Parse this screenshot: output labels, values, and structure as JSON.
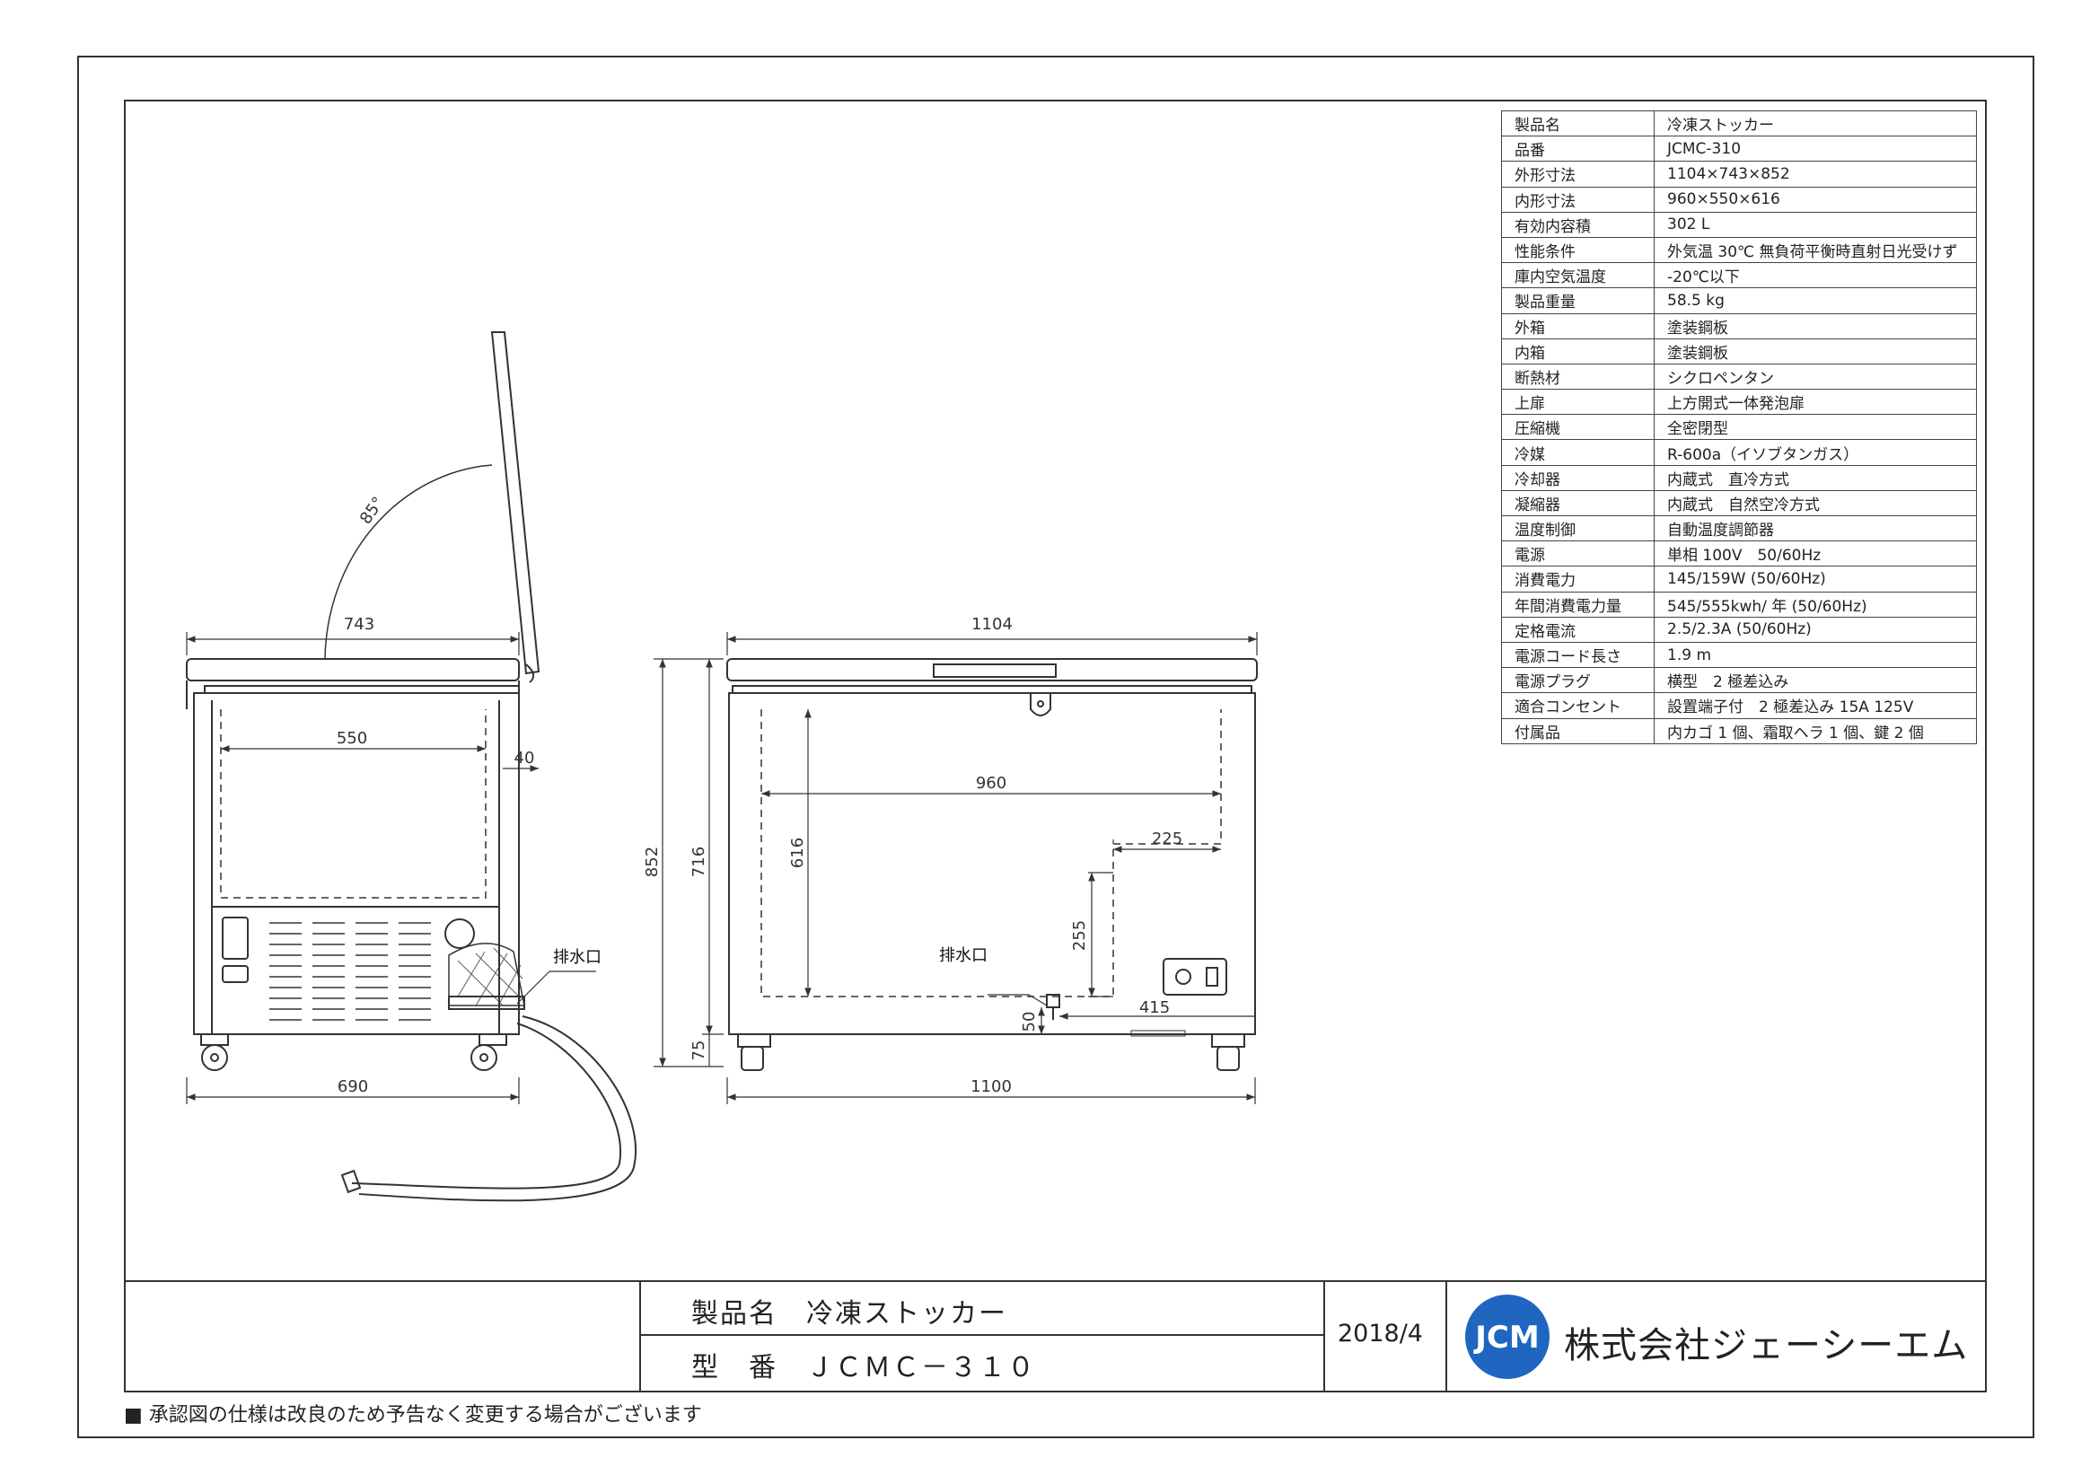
{
  "spec_table": [
    {
      "key": "製品名",
      "value": "冷凍ストッカー"
    },
    {
      "key": "品番",
      "value": "JCMC-310"
    },
    {
      "key": "外形寸法",
      "value": "1104×743×852"
    },
    {
      "key": "内形寸法",
      "value": "960×550×616"
    },
    {
      "key": "有効内容積",
      "value": "302 L"
    },
    {
      "key": "性能条件",
      "value": "外気温 30℃ 無負荷平衡時直射日光受けず"
    },
    {
      "key": "庫内空気温度",
      "value": "-20℃以下"
    },
    {
      "key": "製品重量",
      "value": "58.5 kg"
    },
    {
      "key": "外箱",
      "value": "塗装鋼板"
    },
    {
      "key": "内箱",
      "value": "塗装鋼板"
    },
    {
      "key": "断熱材",
      "value": "シクロペンタン"
    },
    {
      "key": "上扉",
      "value": "上方開式一体発泡扉"
    },
    {
      "key": "圧縮機",
      "value": "全密閉型"
    },
    {
      "key": "冷媒",
      "value": "R-600a（イソブタンガス）"
    },
    {
      "key": "冷却器",
      "value": "内蔵式　直冷方式"
    },
    {
      "key": "凝縮器",
      "value": "内蔵式　自然空冷方式"
    },
    {
      "key": "温度制御",
      "value": "自動温度調節器"
    },
    {
      "key": "電源",
      "value": "単相 100V　50/60Hz"
    },
    {
      "key": "消費電力",
      "value": "145/159W (50/60Hz)"
    },
    {
      "key": "年間消費電力量",
      "value": "545/555kwh/ 年 (50/60Hz)"
    },
    {
      "key": "定格電流",
      "value": "2.5/2.3A (50/60Hz)"
    },
    {
      "key": "電源コード長さ",
      "value": "1.9 m"
    },
    {
      "key": "電源プラグ",
      "value": "横型　2 極差込み"
    },
    {
      "key": "適合コンセント",
      "value": "設置端子付　2 極差込み 15A 125V"
    },
    {
      "key": "付属品",
      "value": "内カゴ 1 個、霜取ヘラ 1 個、鍵 2 個"
    }
  ],
  "side_view": {
    "angle": "85°",
    "depth": "743",
    "inner_depth": "550",
    "lid_offset": "40",
    "base_depth": "690",
    "drain_label": "排水口"
  },
  "front_view": {
    "width": "1104",
    "inner_width": "960",
    "step_width": "225",
    "height": "852",
    "body_height": "716",
    "inner_height": "616",
    "step_height": "255",
    "drain_label": "排水口",
    "drain_height": "50",
    "drain_offset": "415",
    "caster_height": "75",
    "base_width": "1100"
  },
  "title_block": {
    "product_label": "製品名　冷凍ストッカー",
    "model_label": "型　番　ＪＣＭＣ－３１０",
    "date": "2018/4",
    "logo_text": "JCM",
    "company": "株式会社ジェーシーエム"
  },
  "footnote": "■ 承認図の仕様は改良のため予告なく変更する場合がございます"
}
